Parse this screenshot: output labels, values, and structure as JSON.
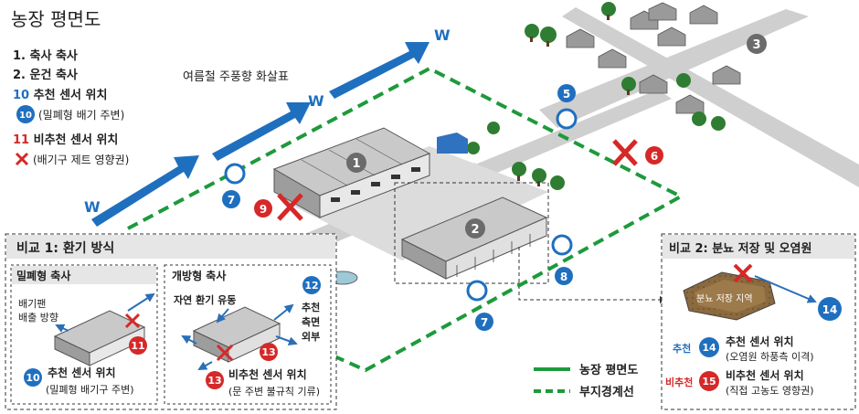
{
  "title": "농장 평면도",
  "legend_items": [
    {
      "num": "1.",
      "text": "축사 축사"
    },
    {
      "num": "2.",
      "text": "운건 축사"
    },
    {
      "num": "10",
      "text": "추천 센서 위치"
    },
    {
      "num": "10",
      "text": "(밀폐형 배기 주변)"
    },
    {
      "num": "11",
      "text": "비추천 센서 위치"
    },
    {
      "num": "",
      "text": "(배기구 제트 영향권)"
    }
  ],
  "wind": {
    "label": "여름철 주풍향 화살표",
    "marker": "W"
  },
  "markers": {
    "building1": "1",
    "building2": "2",
    "village": "3",
    "s5": "5",
    "x6": "6",
    "s7a": "7",
    "s7b": "7",
    "s8": "8",
    "x9": "9"
  },
  "compare1": {
    "title": "비교 1: 환기 방식",
    "closed": {
      "title": "밀폐형 축사",
      "fan_label": [
        "배기팬",
        "배출 방향"
      ],
      "bad_num": "11",
      "good_num": "10",
      "good_label": [
        "추천 센서 위치",
        "(밀폐형 배기구 주변)"
      ]
    },
    "open": {
      "title": "개방형 축사",
      "flow_label": "자연 환기 유동",
      "good_num": "12",
      "good_label": [
        "추천",
        "측면",
        "외부"
      ],
      "bad_num_a": "13",
      "bad_num_b": "13",
      "bad_label": [
        "비추천 센서 위치",
        "(문 주변 불규칙 기류)"
      ]
    }
  },
  "compare2": {
    "title": "비교 2: 분뇨 저장 및 오염원",
    "storage_label": "분뇨 저장 지역",
    "good_num": "14",
    "good_tag": "추천",
    "good_label": [
      "추천 센서 위치",
      "(오염원 하풍측 이격)"
    ],
    "bad_num": "15",
    "bad_tag": "비추천",
    "bad_label": [
      "비추천 센서 위치",
      "(직접 고농도 영향권)"
    ],
    "marker_14": "14"
  },
  "map_legend": [
    {
      "style": "solid",
      "label": "농장 평면도"
    },
    {
      "style": "dashed",
      "label": "부지경계선"
    }
  ],
  "colors": {
    "green": "#1d9a3c",
    "blue": "#1f6fbf",
    "red": "#d62828",
    "gray_marker": "#6b6b6b",
    "roof": "#b9b9b9"
  }
}
